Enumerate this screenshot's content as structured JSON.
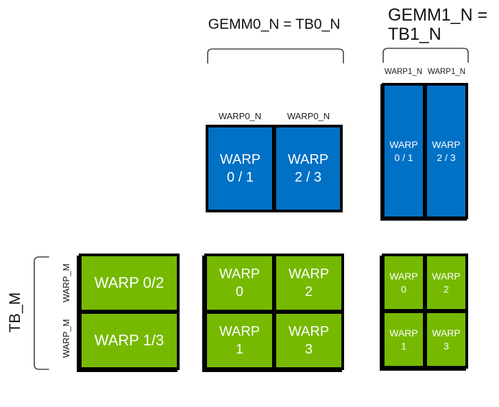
{
  "colors": {
    "blue": "#0071C5",
    "green": "#76B900",
    "border": "#000000",
    "bracket": "#404040"
  },
  "titles": {
    "gemm0": "GEMM0_N = TB0_N",
    "gemm1": "GEMM1_N =\nTB1_N"
  },
  "left_axis": {
    "tb_label": "TB_M",
    "warp_row_labels": [
      "WARP_M",
      "WARP_M"
    ]
  },
  "col_labels": {
    "gemm0": [
      "WARP0_N",
      "WARP0_N"
    ],
    "gemm1": [
      "WARP1_N",
      "WARP1_N"
    ]
  },
  "blocks": {
    "gemm0_b": {
      "cells": [
        "WARP\n0 / 1",
        "WARP\n2 / 3"
      ]
    },
    "gemm1_b": {
      "cells": [
        "WARP\n0 / 1",
        "WARP\n2 / 3"
      ]
    },
    "tb_m": {
      "cells": [
        "WARP 0/2",
        "WARP 1/3"
      ]
    },
    "gemm0_warps": {
      "cells": [
        "WARP\n0",
        "WARP\n2",
        "WARP\n1",
        "WARP\n3"
      ]
    },
    "gemm1_warps": {
      "cells": [
        "WARP\n0",
        "WARP\n2",
        "WARP\n1",
        "WARP\n3"
      ]
    }
  }
}
